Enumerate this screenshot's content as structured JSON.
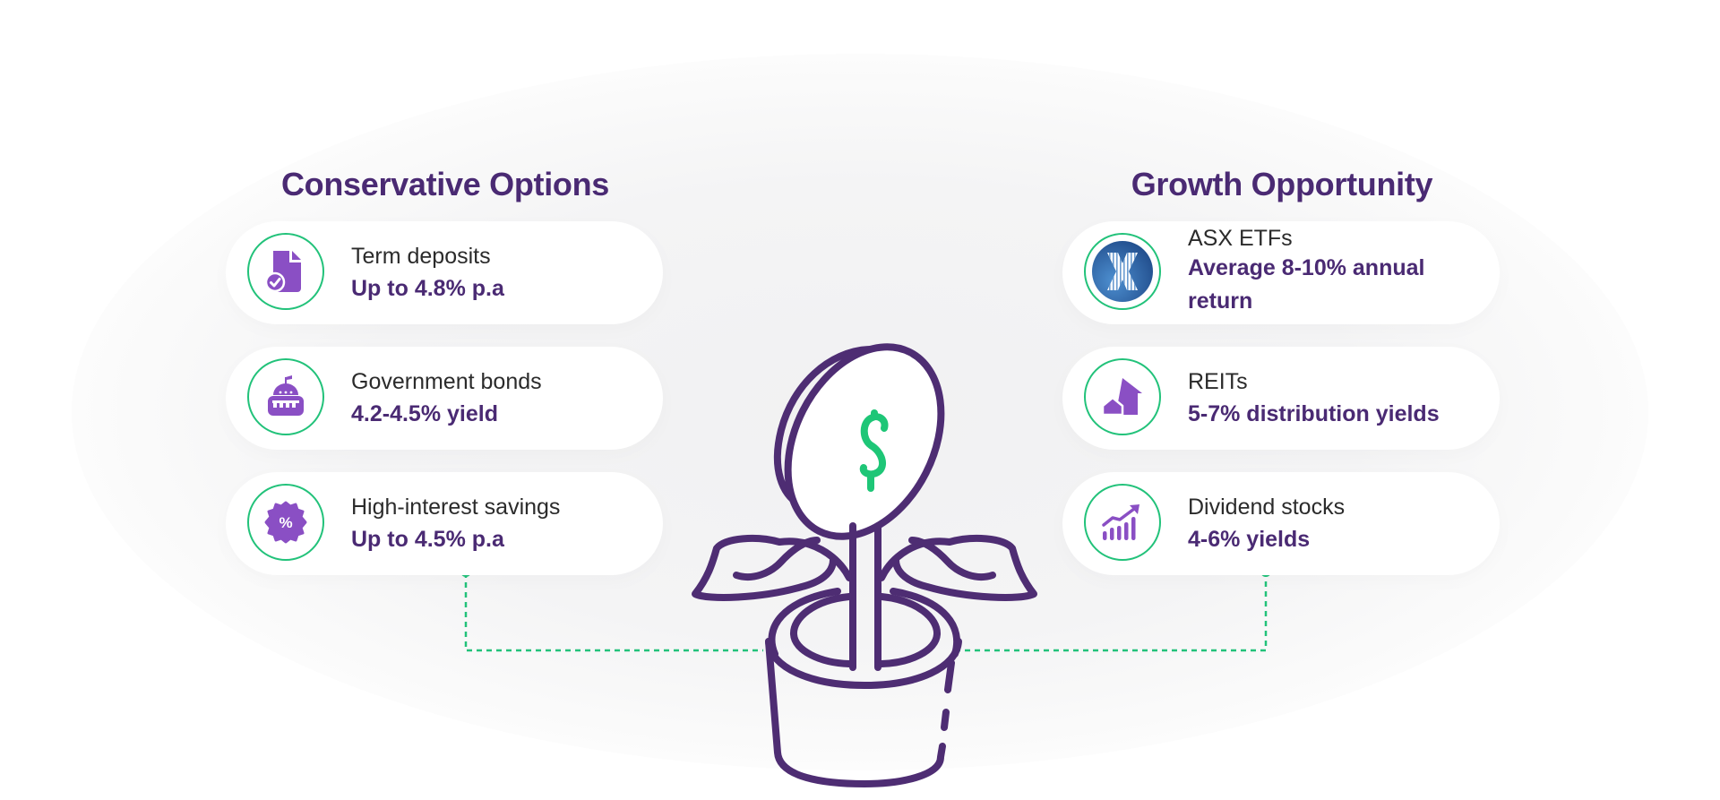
{
  "colors": {
    "title": "#4a2a73",
    "label": "#2b2b2b",
    "value": "#4a2a73",
    "ring": "#22c27a",
    "icon": "#8a4fc4",
    "plant_stroke": "#4e2d73",
    "dollar": "#1ec677",
    "connector": "#22c27a",
    "asx_blue": "#2a5e9f"
  },
  "conservative": {
    "title": "Conservative Options",
    "items": [
      {
        "icon": "document-check-icon",
        "label": "Term deposits",
        "value": "Up to 4.8% p.a"
      },
      {
        "icon": "government-building-icon",
        "label": "Government bonds",
        "value": "4.2-4.5% yield"
      },
      {
        "icon": "percent-badge-icon",
        "label": "High-interest savings",
        "value": "Up to 4.5% p.a"
      }
    ]
  },
  "growth": {
    "title": "Growth Opportunity",
    "items": [
      {
        "icon": "asx-logo-icon",
        "label": "ASX ETFs",
        "value": "Average 8-10% annual return"
      },
      {
        "icon": "houses-icon",
        "label": "REITs",
        "value": "5-7% distribution yields"
      },
      {
        "icon": "rising-chart-icon",
        "label": "Dividend stocks",
        "value": "4-6% yields"
      }
    ]
  },
  "center": {
    "icon": "money-plant-icon",
    "symbol": "$"
  }
}
